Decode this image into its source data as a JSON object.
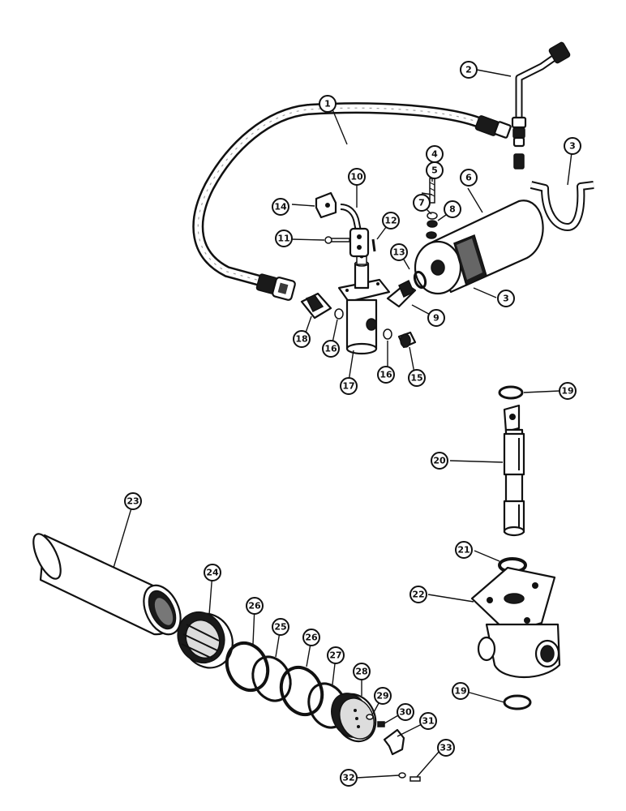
{
  "callouts": [
    {
      "id": "c1",
      "label": "1"
    },
    {
      "id": "c2",
      "label": "2"
    },
    {
      "id": "c3a",
      "label": "3"
    },
    {
      "id": "c3b",
      "label": "3"
    },
    {
      "id": "c4",
      "label": "4"
    },
    {
      "id": "c5",
      "label": "5"
    },
    {
      "id": "c6",
      "label": "6"
    },
    {
      "id": "c7",
      "label": "7"
    },
    {
      "id": "c8",
      "label": "8"
    },
    {
      "id": "c9",
      "label": "9"
    },
    {
      "id": "c10",
      "label": "10"
    },
    {
      "id": "c11",
      "label": "11"
    },
    {
      "id": "c12",
      "label": "12"
    },
    {
      "id": "c13",
      "label": "13"
    },
    {
      "id": "c14",
      "label": "14"
    },
    {
      "id": "c15",
      "label": "15"
    },
    {
      "id": "c16a",
      "label": "16"
    },
    {
      "id": "c16b",
      "label": "16"
    },
    {
      "id": "c17",
      "label": "17"
    },
    {
      "id": "c18",
      "label": "18"
    },
    {
      "id": "c19a",
      "label": "19"
    },
    {
      "id": "c19b",
      "label": "19"
    },
    {
      "id": "c20",
      "label": "20"
    },
    {
      "id": "c21",
      "label": "21"
    },
    {
      "id": "c22",
      "label": "22"
    },
    {
      "id": "c23",
      "label": "23"
    },
    {
      "id": "c24",
      "label": "24"
    },
    {
      "id": "c25",
      "label": "25"
    },
    {
      "id": "c26a",
      "label": "26"
    },
    {
      "id": "c26b",
      "label": "26"
    },
    {
      "id": "c27",
      "label": "27"
    },
    {
      "id": "c28",
      "label": "28"
    },
    {
      "id": "c29",
      "label": "29"
    },
    {
      "id": "c30",
      "label": "30"
    },
    {
      "id": "c31",
      "label": "31"
    },
    {
      "id": "c32",
      "label": "32"
    },
    {
      "id": "c33",
      "label": "33"
    }
  ]
}
